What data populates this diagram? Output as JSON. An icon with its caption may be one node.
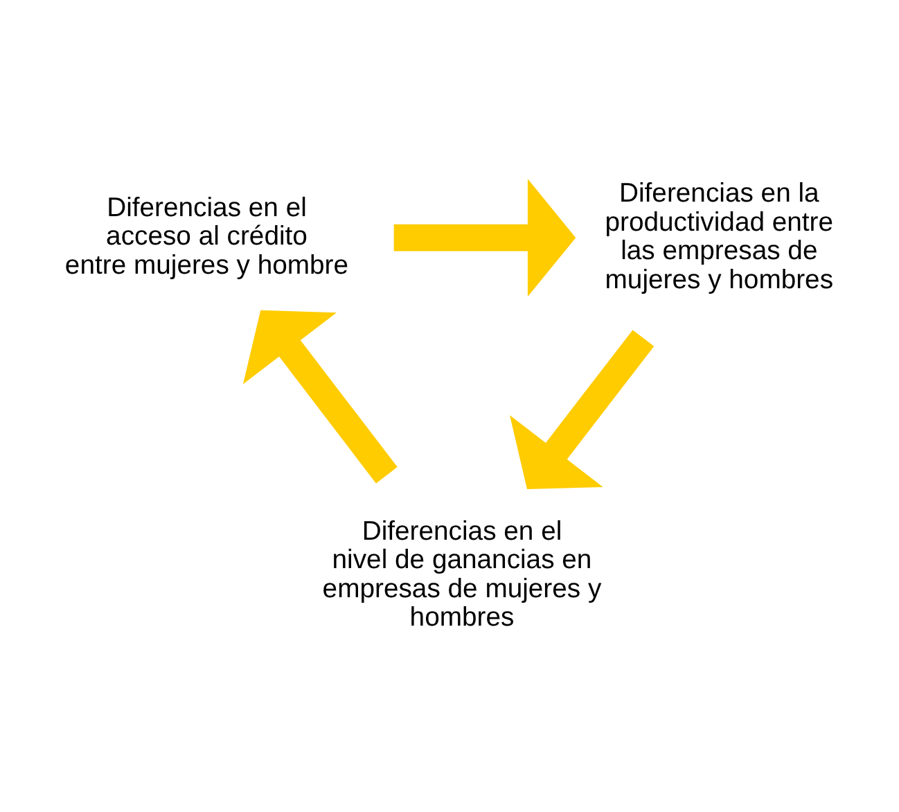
{
  "diagram": {
    "nodes": [
      {
        "text": [
          "Diferencias en el acceso al crédito entre mujeres y hombre"
        ]
      },
      {
        "text": [
          "Diferencias en la productividad entre las empresas de mujeres y hombres"
        ]
      },
      {
        "text": [
          "Diferencias en el nivel de ganancias en empresas de mujeres y hombres"
        ]
      }
    ],
    "edges": [
      {
        "from": 0,
        "to": 1,
        "arrow": "to"
      },
      {
        "from": 1,
        "to": 2,
        "arrow": "to"
      },
      {
        "from": 2,
        "to": 0,
        "arrow": "to"
      }
    ]
  }
}
